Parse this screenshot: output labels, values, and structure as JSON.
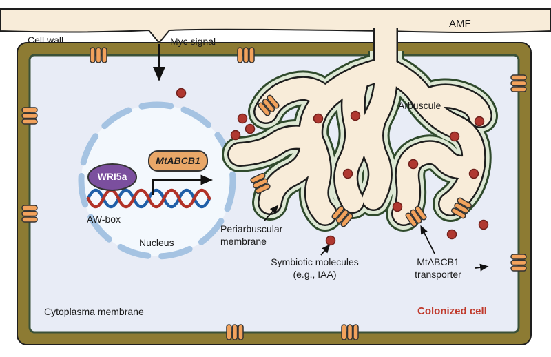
{
  "labels": {
    "cell_wall": "Cell wall",
    "myc_signal": "Myc signal",
    "amf": "AMF",
    "arbuscule": "Arbuscule",
    "periarbuscular_membrane": {
      "line1": "Periarbuscular",
      "line2": "membrane"
    },
    "symbiotic_molecules": {
      "line1": "Symbiotic molecules",
      "line2": "(e.g., IAA)"
    },
    "mtabcb1_transporter": {
      "line1": "MtABCB1",
      "line2": "transporter"
    },
    "cytoplasma_membrane": "Cytoplasma membrane",
    "colonized_cell": "Colonized cell",
    "nucleus": "Nucleus",
    "aw_box": "AW-box",
    "wri5a": "WRI5a",
    "mtabcb1_gene": "MtABCB1"
  },
  "colors": {
    "cell_wall_olive": "#8d7b33",
    "hypha_cream": "#f8ecd9",
    "cytoplasm_lavender": "#e8ecf6",
    "membrane_green": "#3a5138",
    "periarbuscular_green": "#dde8d4",
    "periarbuscular_outline": "#2f4a2c",
    "transporter_orange": "#f2a25c",
    "molecule_red": "#b03830",
    "nucleus_fill": "#f3f8fd",
    "nuclear_envelope_blue": "#a5c3e2",
    "wri5a_purple": "#7b4f9e",
    "gene_box_orange": "#e9a768",
    "dna_blue": "#1f5fa8",
    "dna_red": "#b13228",
    "colonized_text_red": "#c0392b",
    "outline_dark": "#1e1e1e"
  },
  "icons": {
    "transporter": "transporter-icon (three orange capsules crossing a membrane)",
    "molecule": "molecule-dot (red circle)",
    "myc_arrow": "myc-signal-arrow (black downward arrow)",
    "transcription_arrow": "transcription-arrow (bent black arrow from AW-box)",
    "dna": "dna-helix (blue/red double helix)"
  }
}
